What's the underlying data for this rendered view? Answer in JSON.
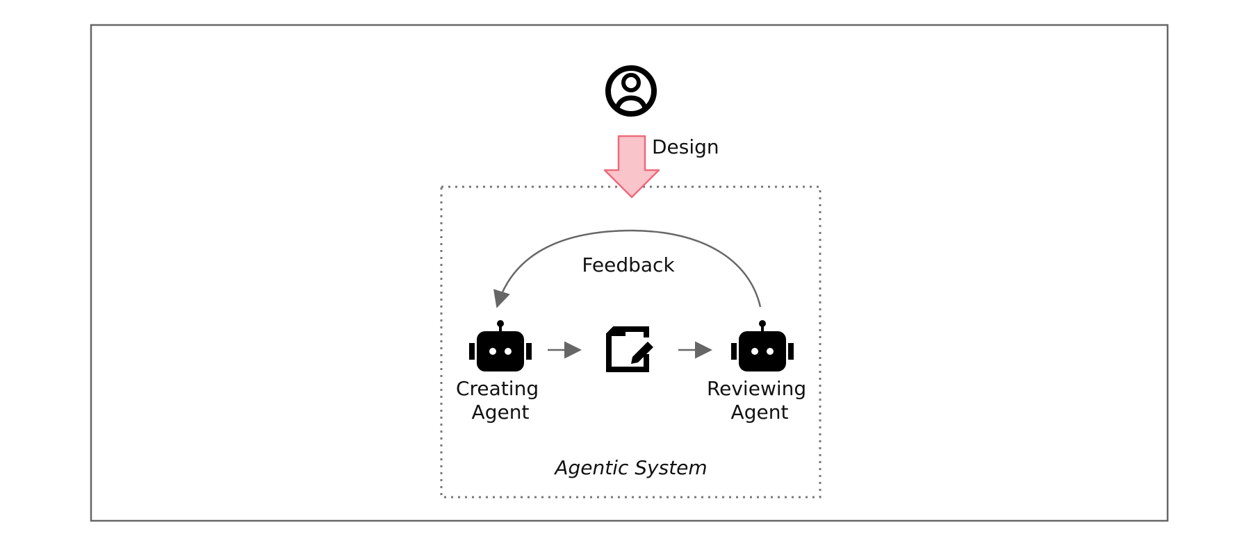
{
  "labels": {
    "design": "Design",
    "feedback": "Feedback",
    "creating_agent": [
      "Creating",
      "Agent"
    ],
    "reviewing_agent": [
      "Reviewing",
      "Agent"
    ],
    "system": "Agentic System"
  },
  "icons": {
    "user": "user-circle-icon",
    "creating_agent": "robot-icon",
    "document": "document-edit-icon",
    "reviewing_agent": "robot-icon"
  },
  "colors": {
    "frame": "#666666",
    "dotted_border": "#777777",
    "design_arrow_fill": "#f9c4ca",
    "design_arrow_stroke": "#ec6a7c",
    "connector": "#666666",
    "icon": "#000000",
    "text": "#111111"
  }
}
